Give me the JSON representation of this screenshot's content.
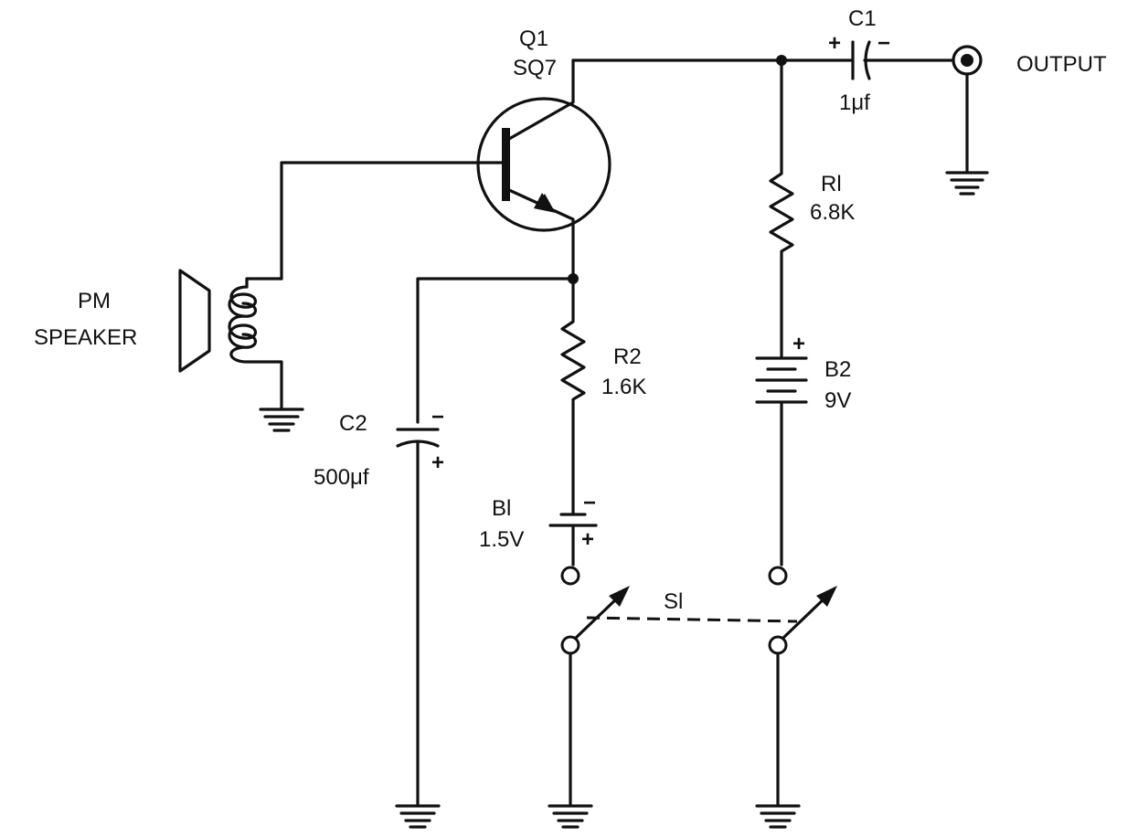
{
  "components": {
    "q1": {
      "ref": "Q1",
      "value": "SQ7"
    },
    "c1": {
      "ref": "C1",
      "value": "1μf",
      "plus": "+",
      "minus": "−"
    },
    "r1": {
      "ref": "Rl",
      "value": "6.8K"
    },
    "r2": {
      "ref": "R2",
      "value": "1.6K"
    },
    "b2": {
      "ref": "B2",
      "value": "9V",
      "plus": "+"
    },
    "c2": {
      "ref": "C2",
      "value": "500μf",
      "plus": "+",
      "minus": "−"
    },
    "b1": {
      "ref": "Bl",
      "value": "1.5V",
      "plus": "+",
      "minus": "−"
    },
    "s1": {
      "ref": "Sl"
    },
    "speaker": {
      "line1": "PM",
      "line2": "SPEAKER"
    },
    "output": {
      "label": "OUTPUT"
    }
  }
}
